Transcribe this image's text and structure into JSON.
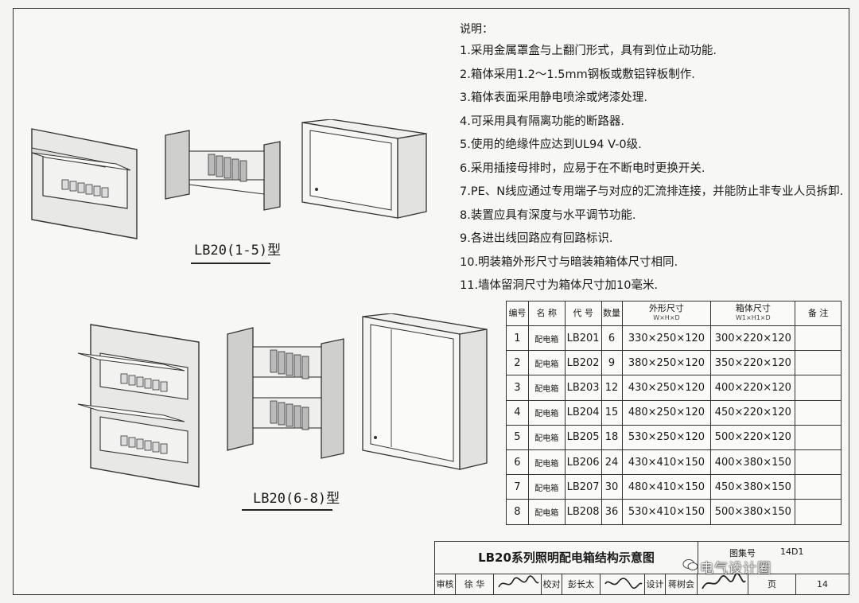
{
  "notes": {
    "heading": "说明：",
    "items": [
      "1.采用金属罩盒与上翻门形式，具有到位止动功能.",
      "2.箱体采用1.2～1.5mm钢板或敷铝锌板制作.",
      "3.箱体表面采用静电喷涂或烤漆处理.",
      "4.可采用具有隔离功能的断路器.",
      "5.使用的绝缘件应达到UL94  V-0级.",
      "6.采用插接母排时，应易于在不断电时更换开关.",
      "7.PE、N线应通过专用端子与对应的汇流排连接，并能防止非专业人员拆卸.",
      "8.装置应具有深度与水平调节功能.",
      "9.各进出线回路应有回路标识.",
      "10.明装箱外形尺寸与暗装箱箱体尺寸相同.",
      "11.墙体留洞尺寸为箱体尺寸加10毫米."
    ]
  },
  "labels": {
    "top": "LB20(1-5)型",
    "bottom": "LB20(6-8)型"
  },
  "table": {
    "headers": {
      "no": "编号",
      "name": "名  称",
      "code": "代  号",
      "count": "数量",
      "outer": "外形尺寸",
      "outer_sub": "W×H×D",
      "box": "箱体尺寸",
      "box_sub": "W1×H1×D",
      "remark": "备  注"
    },
    "rows": [
      {
        "no": "1",
        "name": "配电箱",
        "code": "LB201",
        "count": "6",
        "outer": "330×250×120",
        "box": "300×220×120",
        "remark": ""
      },
      {
        "no": "2",
        "name": "配电箱",
        "code": "LB202",
        "count": "9",
        "outer": "380×250×120",
        "box": "350×220×120",
        "remark": ""
      },
      {
        "no": "3",
        "name": "配电箱",
        "code": "LB203",
        "count": "12",
        "outer": "430×250×120",
        "box": "400×220×120",
        "remark": ""
      },
      {
        "no": "4",
        "name": "配电箱",
        "code": "LB204",
        "count": "15",
        "outer": "480×250×120",
        "box": "450×220×120",
        "remark": ""
      },
      {
        "no": "5",
        "name": "配电箱",
        "code": "LB205",
        "count": "18",
        "outer": "530×250×120",
        "box": "500×220×120",
        "remark": ""
      },
      {
        "no": "6",
        "name": "配电箱",
        "code": "LB206",
        "count": "24",
        "outer": "430×410×150",
        "box": "400×380×150",
        "remark": ""
      },
      {
        "no": "7",
        "name": "配电箱",
        "code": "LB207",
        "count": "30",
        "outer": "480×410×150",
        "box": "450×380×150",
        "remark": ""
      },
      {
        "no": "8",
        "name": "配电箱",
        "code": "LB208",
        "count": "36",
        "outer": "530×410×150",
        "box": "500×380×150",
        "remark": ""
      }
    ]
  },
  "titleblock": {
    "title": "LB20系列照明配电箱结构示意图",
    "atlas_label": "图集号",
    "atlas_value": "14D1",
    "review_label": "审核",
    "reviewer": "徐  华",
    "check_label": "校对",
    "checker": "彭长太",
    "design_label": "设计",
    "designer": "蒋树会",
    "page_label": "页",
    "page_value": "14"
  },
  "watermark": {
    "text": "电气设计圈",
    "icon": "wechat-icon"
  }
}
